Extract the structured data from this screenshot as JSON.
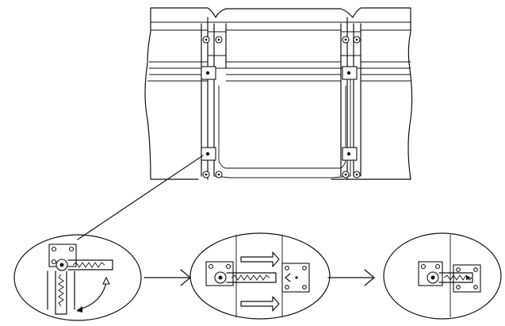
{
  "diagram": {
    "kind": "assembly-instructions",
    "caption": "",
    "colors": {
      "line": "#111111",
      "background": "#ffffff"
    },
    "overview": {
      "subject": "sofa-frame-section",
      "connectors_shown": 4
    },
    "steps": [
      {
        "step": 1,
        "icon": "open-hinge-connector",
        "label": ""
      },
      {
        "step": 2,
        "icon": "slide-connector-together",
        "label": ""
      },
      {
        "step": 3,
        "icon": "locked-connector",
        "label": ""
      }
    ]
  }
}
